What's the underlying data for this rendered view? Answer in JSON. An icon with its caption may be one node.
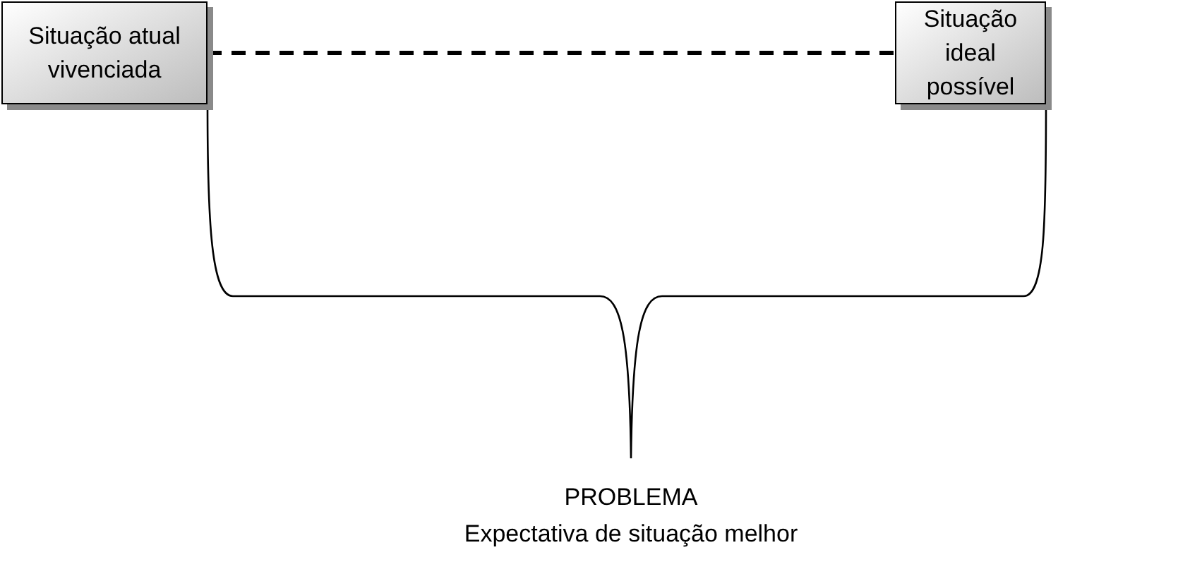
{
  "diagram": {
    "nodes": [
      {
        "text": [
          "Situação atual vivenciada"
        ]
      },
      {
        "text": [
          "Situação ideal possível"
        ]
      }
    ],
    "edges": [
      {
        "from": 0,
        "to": 1,
        "arrow": "none",
        "style": "dashed"
      }
    ],
    "labels": [
      "PROBLEMA",
      "Expectativa de situação melhor"
    ]
  }
}
